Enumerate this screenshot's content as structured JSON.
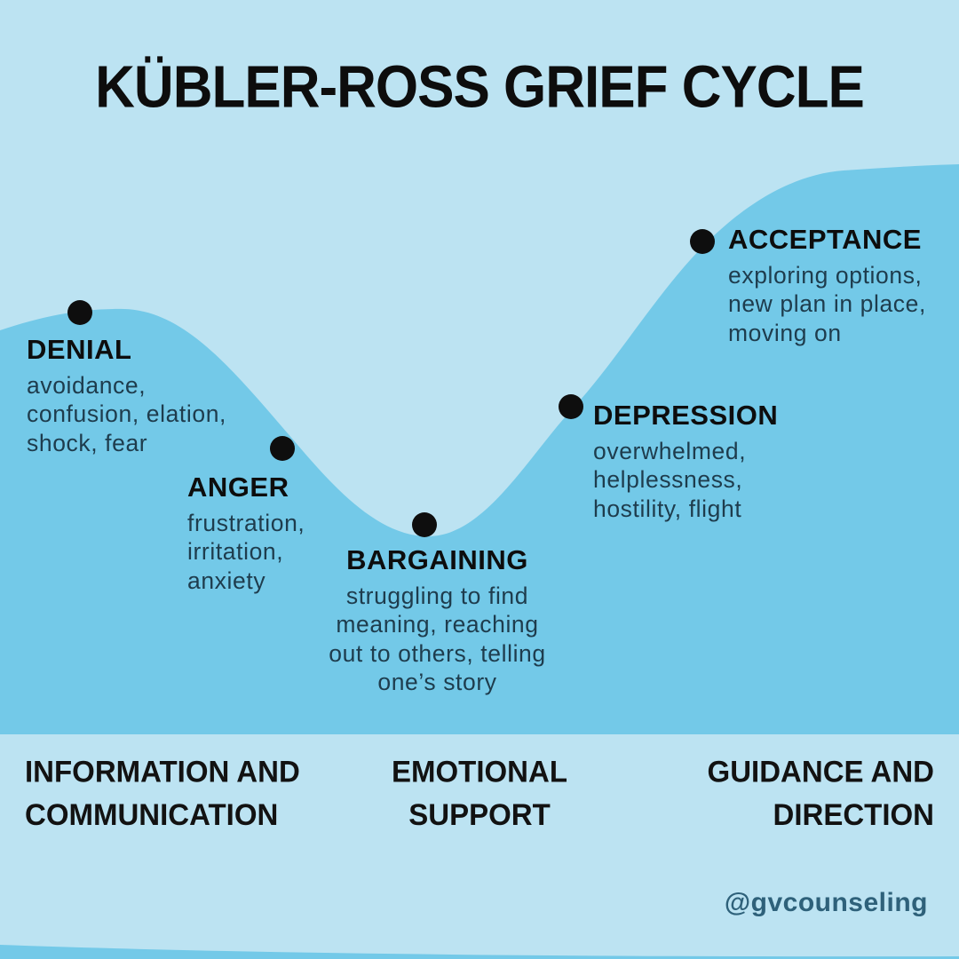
{
  "title": "KÜBLER-ROSS GRIEF CYCLE",
  "handle": "@gvcounseling",
  "colors": {
    "background": "#bce3f2",
    "wave": "#73c9e8",
    "heading_text": "#0d0d0d",
    "body_text": "#1e3c4d",
    "dot": "#0e0e0e",
    "handle_text": "#2e617a"
  },
  "stages": [
    {
      "label": "DENIAL",
      "description": "avoidance,\nconfusion, elation,\nshock, fear"
    },
    {
      "label": "ANGER",
      "description": "frustration,\nirritation,\nanxiety"
    },
    {
      "label": "BARGAINING",
      "description": "struggling to find\nmeaning, reaching\nout to others, telling\none’s story"
    },
    {
      "label": "DEPRESSION",
      "description": "overwhelmed,\nhelplessness,\nhostility, flight"
    },
    {
      "label": "ACCEPTANCE",
      "description": "exploring options,\nnew plan in place,\nmoving on"
    }
  ],
  "phases": [
    {
      "label": "INFORMATION AND\nCOMMUNICATION"
    },
    {
      "label": "EMOTIONAL\nSUPPORT"
    },
    {
      "label": "GUIDANCE AND\nDIRECTION"
    }
  ]
}
